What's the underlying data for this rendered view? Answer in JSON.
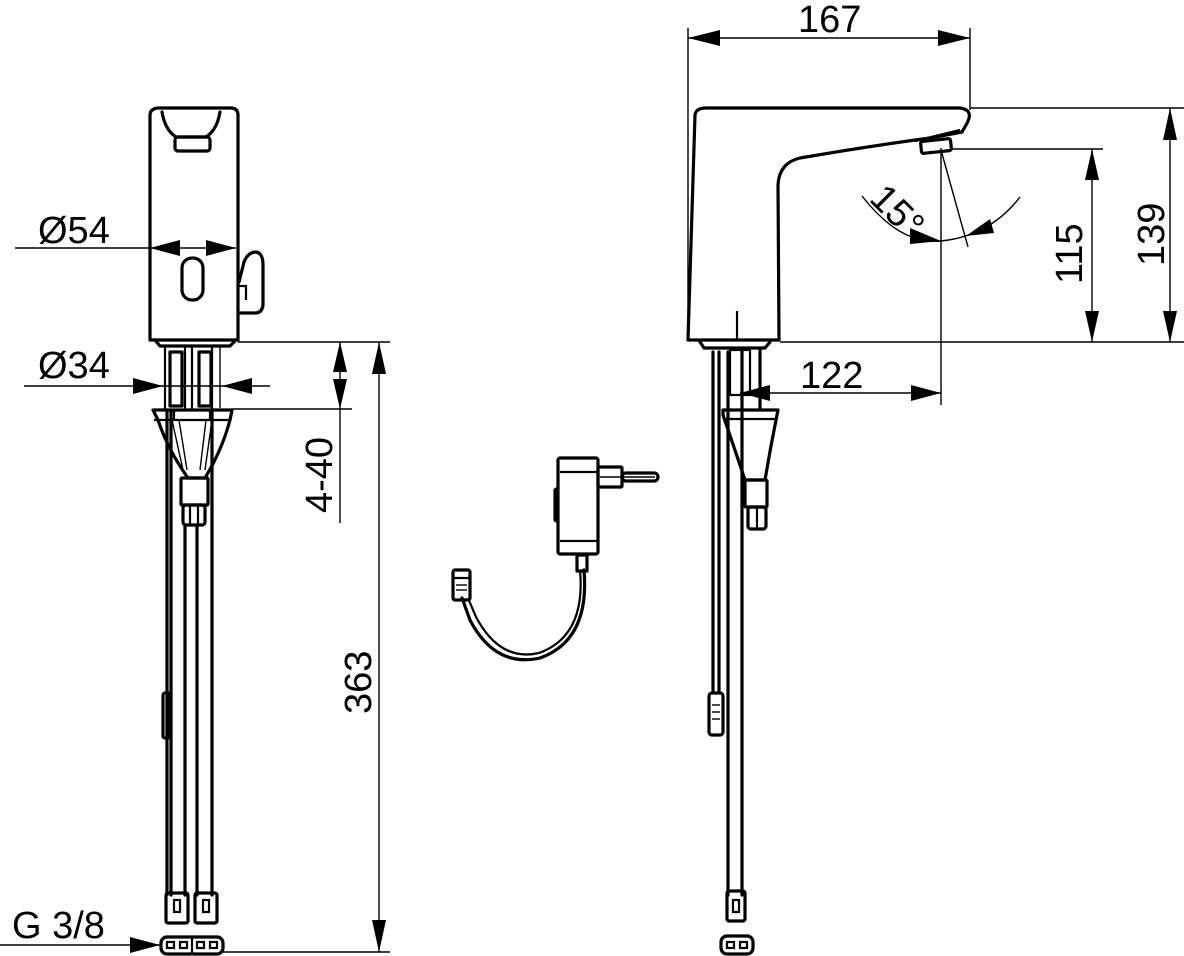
{
  "drawing": {
    "title": "Sensor basin faucet dimension drawing",
    "colors": {
      "line": "#000000",
      "background": "#ffffff"
    },
    "front_view": {
      "labels": {
        "body_diameter": "Ø54",
        "stem_diameter": "Ø34",
        "countertop_thickness": "4-40",
        "hose_length": "363",
        "connection_thread": "G 3/8"
      }
    },
    "side_view": {
      "labels": {
        "total_depth": "167",
        "spout_projection": "122",
        "outlet_height": "115",
        "total_height": "139",
        "spray_angle": "15°"
      }
    },
    "accessory": {
      "name": "power-adapter",
      "description": "Plug-in power supply with cable and connector"
    }
  }
}
